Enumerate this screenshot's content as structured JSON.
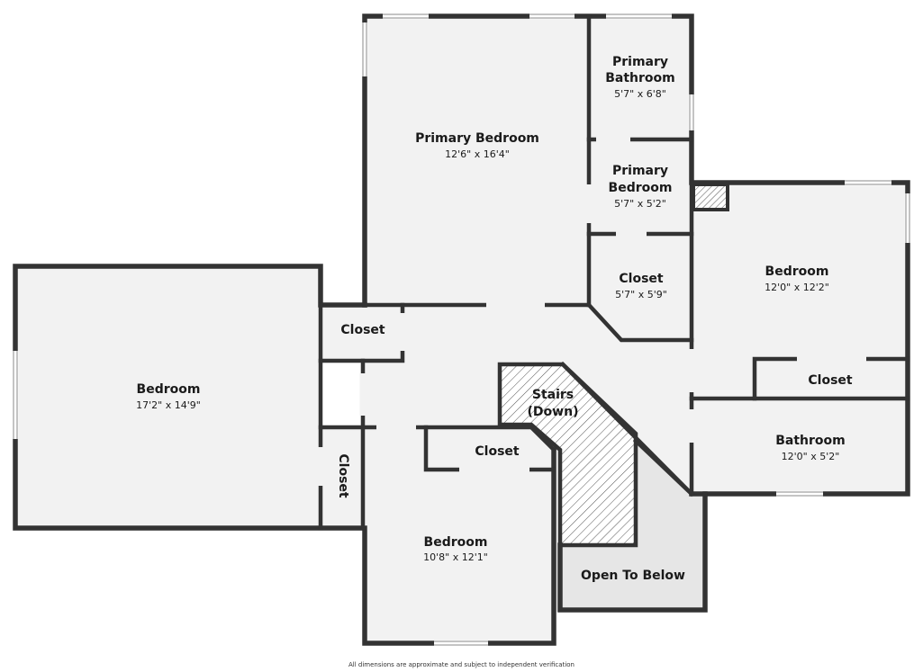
{
  "rooms": {
    "primary_bedroom": {
      "name": "Primary Bedroom",
      "dims": "12'6\" x 16'4\""
    },
    "primary_bathroom": {
      "name_line1": "Primary",
      "name_line2": "Bathroom",
      "dims": "5'7\" x 6'8\""
    },
    "primary_bedroom_small": {
      "name_line1": "Primary",
      "name_line2": "Bedroom",
      "dims": "5'7\" x 5'2\""
    },
    "closet_primary": {
      "name": "Closet",
      "dims": "5'7\" x 5'9\""
    },
    "bedroom_right": {
      "name": "Bedroom",
      "dims": "12'0\" x 12'2\""
    },
    "closet_right": {
      "name": "Closet"
    },
    "bathroom": {
      "name": "Bathroom",
      "dims": "12'0\" x 5'2\""
    },
    "bedroom_left": {
      "name": "Bedroom",
      "dims": "17'2\" x 14'9\""
    },
    "closet_left_top": {
      "name": "Closet"
    },
    "closet_left_vertical": {
      "name": "Closet"
    },
    "stairs": {
      "name_line1": "Stairs",
      "name_line2": "(Down)"
    },
    "closet_bottom": {
      "name": "Closet"
    },
    "bedroom_bottom": {
      "name": "Bedroom",
      "dims": "10'8\" x 12'1\""
    },
    "open_to_below": {
      "name": "Open To Below"
    }
  },
  "footer": {
    "disclaimer": "All dimensions are approximate and subject to independent verification"
  },
  "colors": {
    "floor": "#f2f2f2",
    "wall": "#333333",
    "open_to_below": "#e6e6e6",
    "window": "#8a8a8a"
  }
}
